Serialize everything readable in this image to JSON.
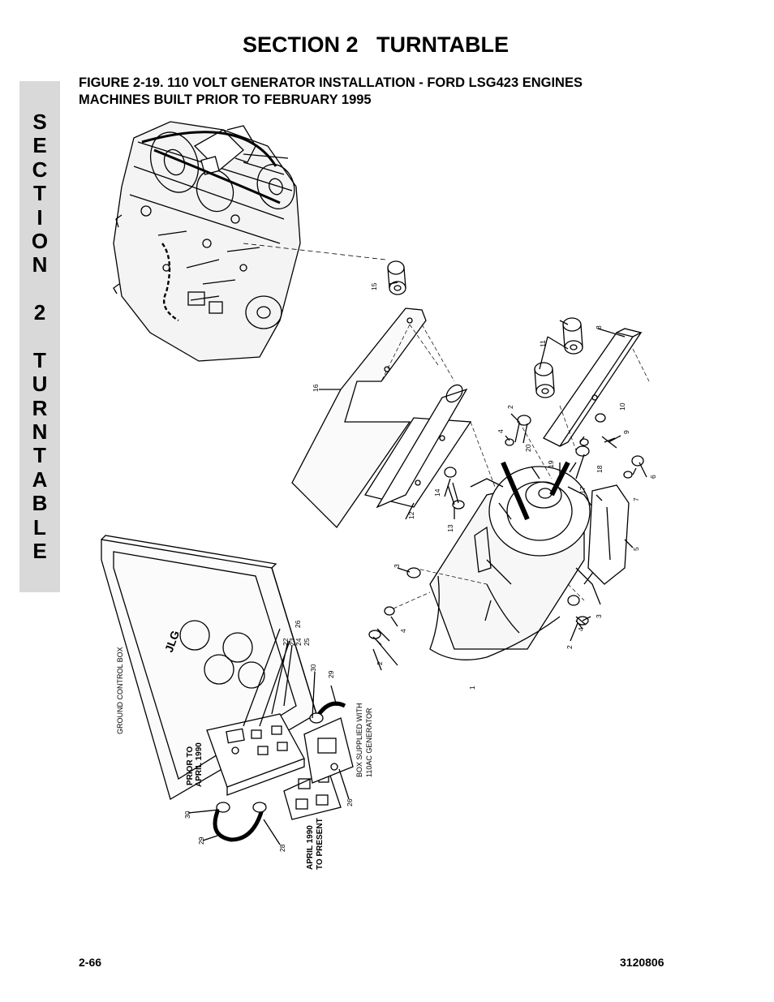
{
  "header": {
    "section_title": "SECTION 2   TURNTABLE",
    "figure_title_line1": "FIGURE 2-19.  110 VOLT GENERATOR INSTALLATION - FORD LSG423 ENGINES",
    "figure_title_line2": "MACHINES BUILT PRIOR TO FEBRUARY 1995"
  },
  "side_tab": {
    "letters": [
      "S",
      "E",
      "C",
      "T",
      "I",
      "O",
      "N",
      "",
      "2",
      "",
      "T",
      "U",
      "R",
      "N",
      "T",
      "A",
      "B",
      "L",
      "E"
    ]
  },
  "labels": {
    "ground_control_box": "GROUND CONTROL BOX",
    "prior_to_l1": "PRIOR TO",
    "prior_to_l2": "APRIL 1990",
    "april_l1": "APRIL 1990",
    "april_l2": "TO PRESENT",
    "box_supplied_l1": "BOX SUPPLIED WITH",
    "box_supplied_l2": "110AC GENERATOR"
  },
  "callouts": {
    "c1": "1",
    "c2a": "2",
    "c2b": "2",
    "c2c": "2",
    "c3a": "3",
    "c3b": "3",
    "c4a": "4",
    "c4b": "4",
    "c4c": "4",
    "c5": "5",
    "c6": "6",
    "c7": "7",
    "c8": "8",
    "c9": "9",
    "c10": "10",
    "c11": "11",
    "c12": "12",
    "c13": "13",
    "c14": "14",
    "c15": "15",
    "c16": "16",
    "c17": "17",
    "c18": "18",
    "c19": "19",
    "c20": "20",
    "c22": "22",
    "c23": "23",
    "c24": "24",
    "c25": "25",
    "c26a": "26",
    "c26b": "26",
    "c28": "28",
    "c29a": "29",
    "c29b": "29",
    "c30a": "30",
    "c30b": "30"
  },
  "footer": {
    "page_number": "2-66",
    "doc_number": "3120806"
  }
}
